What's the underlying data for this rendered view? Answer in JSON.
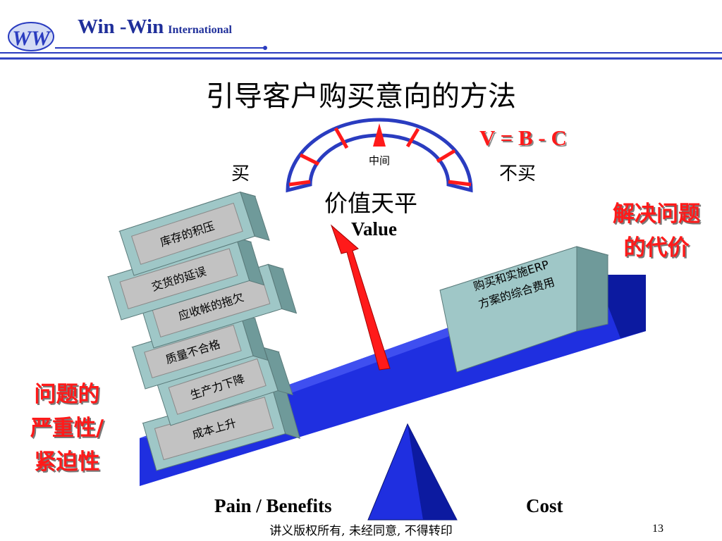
{
  "header": {
    "logo_letters": "WW",
    "brand": "Win -Win",
    "brand_sub": "International",
    "colors": {
      "brand_blue": "#1f2f9a",
      "rule_blue": "#2a3cc0"
    }
  },
  "title": "引导客户购买意向的方法",
  "formula": "V = B - C",
  "gauge": {
    "center_label": "中间",
    "left_label": "买",
    "right_label": "不买",
    "name_cn": "价值天平",
    "name_en": "Value"
  },
  "left_note": {
    "line1": "问题的",
    "line2": "严重性/",
    "line3": "紧迫性"
  },
  "right_note": {
    "line1": "解决问题",
    "line2": "的代价"
  },
  "pain_blocks": [
    "库存的积压",
    "交货的延误",
    "应收帐的拖欠",
    "质量不合格",
    "生产力下降",
    "成本上升"
  ],
  "cost_block": {
    "line1": "购买和实施ERP",
    "line2": "方案的综合费用"
  },
  "bottom_labels": {
    "left": "Pain / Benefits",
    "right": "Cost"
  },
  "footer": {
    "text": "讲义版权所有, 未经同意, 不得转印",
    "page": "13"
  },
  "colors": {
    "accent_red": "#ff1a1a",
    "beam_blue": "#1f2fe0",
    "block_face": "#9fc7c7",
    "block_label": "#c2c2c2"
  }
}
